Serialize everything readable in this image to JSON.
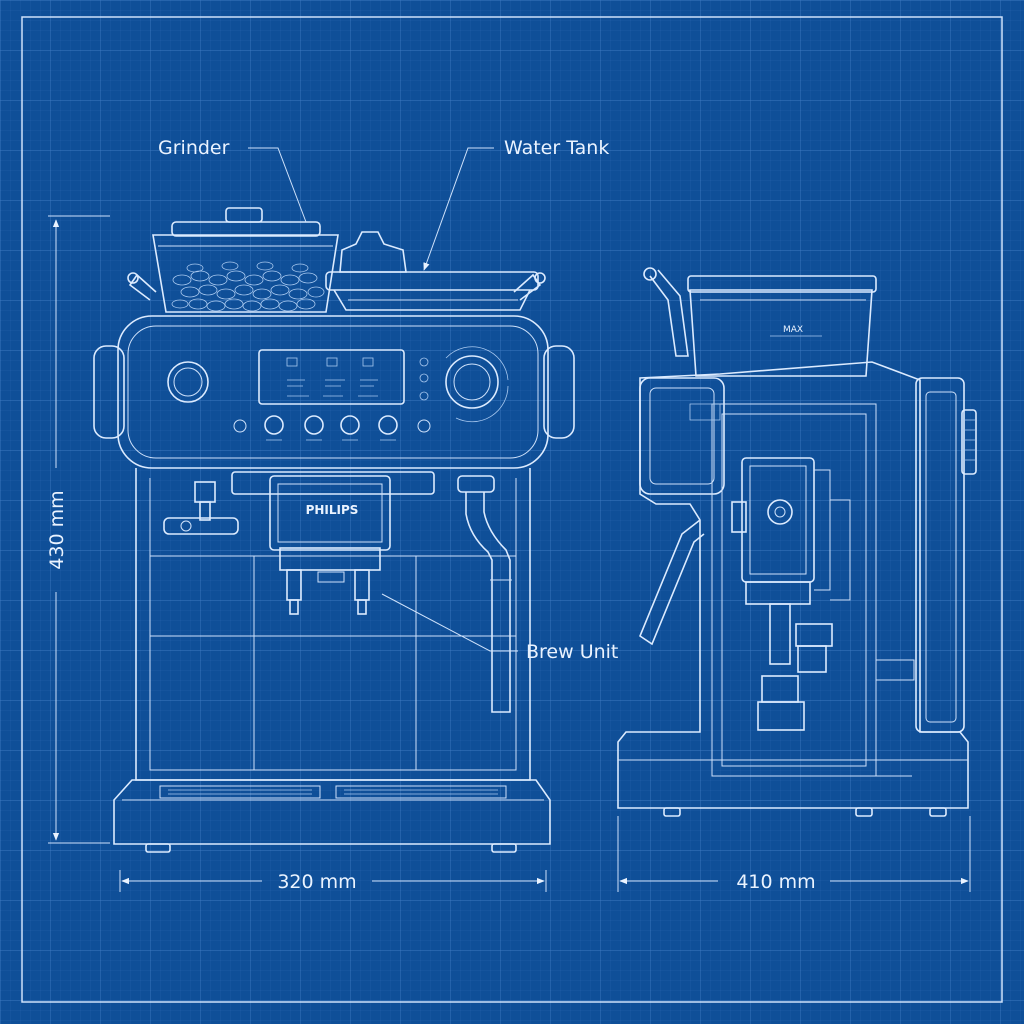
{
  "labels": {
    "grinder": "Grinder",
    "water_tank": "Water Tank",
    "brew_unit": "Brew Unit",
    "brand": "PHILIPS",
    "max_mark": "MAX"
  },
  "dimensions": {
    "height": "430 mm",
    "front_width": "320 mm",
    "side_depth": "410 mm"
  },
  "colors": {
    "background": "#0f4f98",
    "line": "#dcebff"
  }
}
